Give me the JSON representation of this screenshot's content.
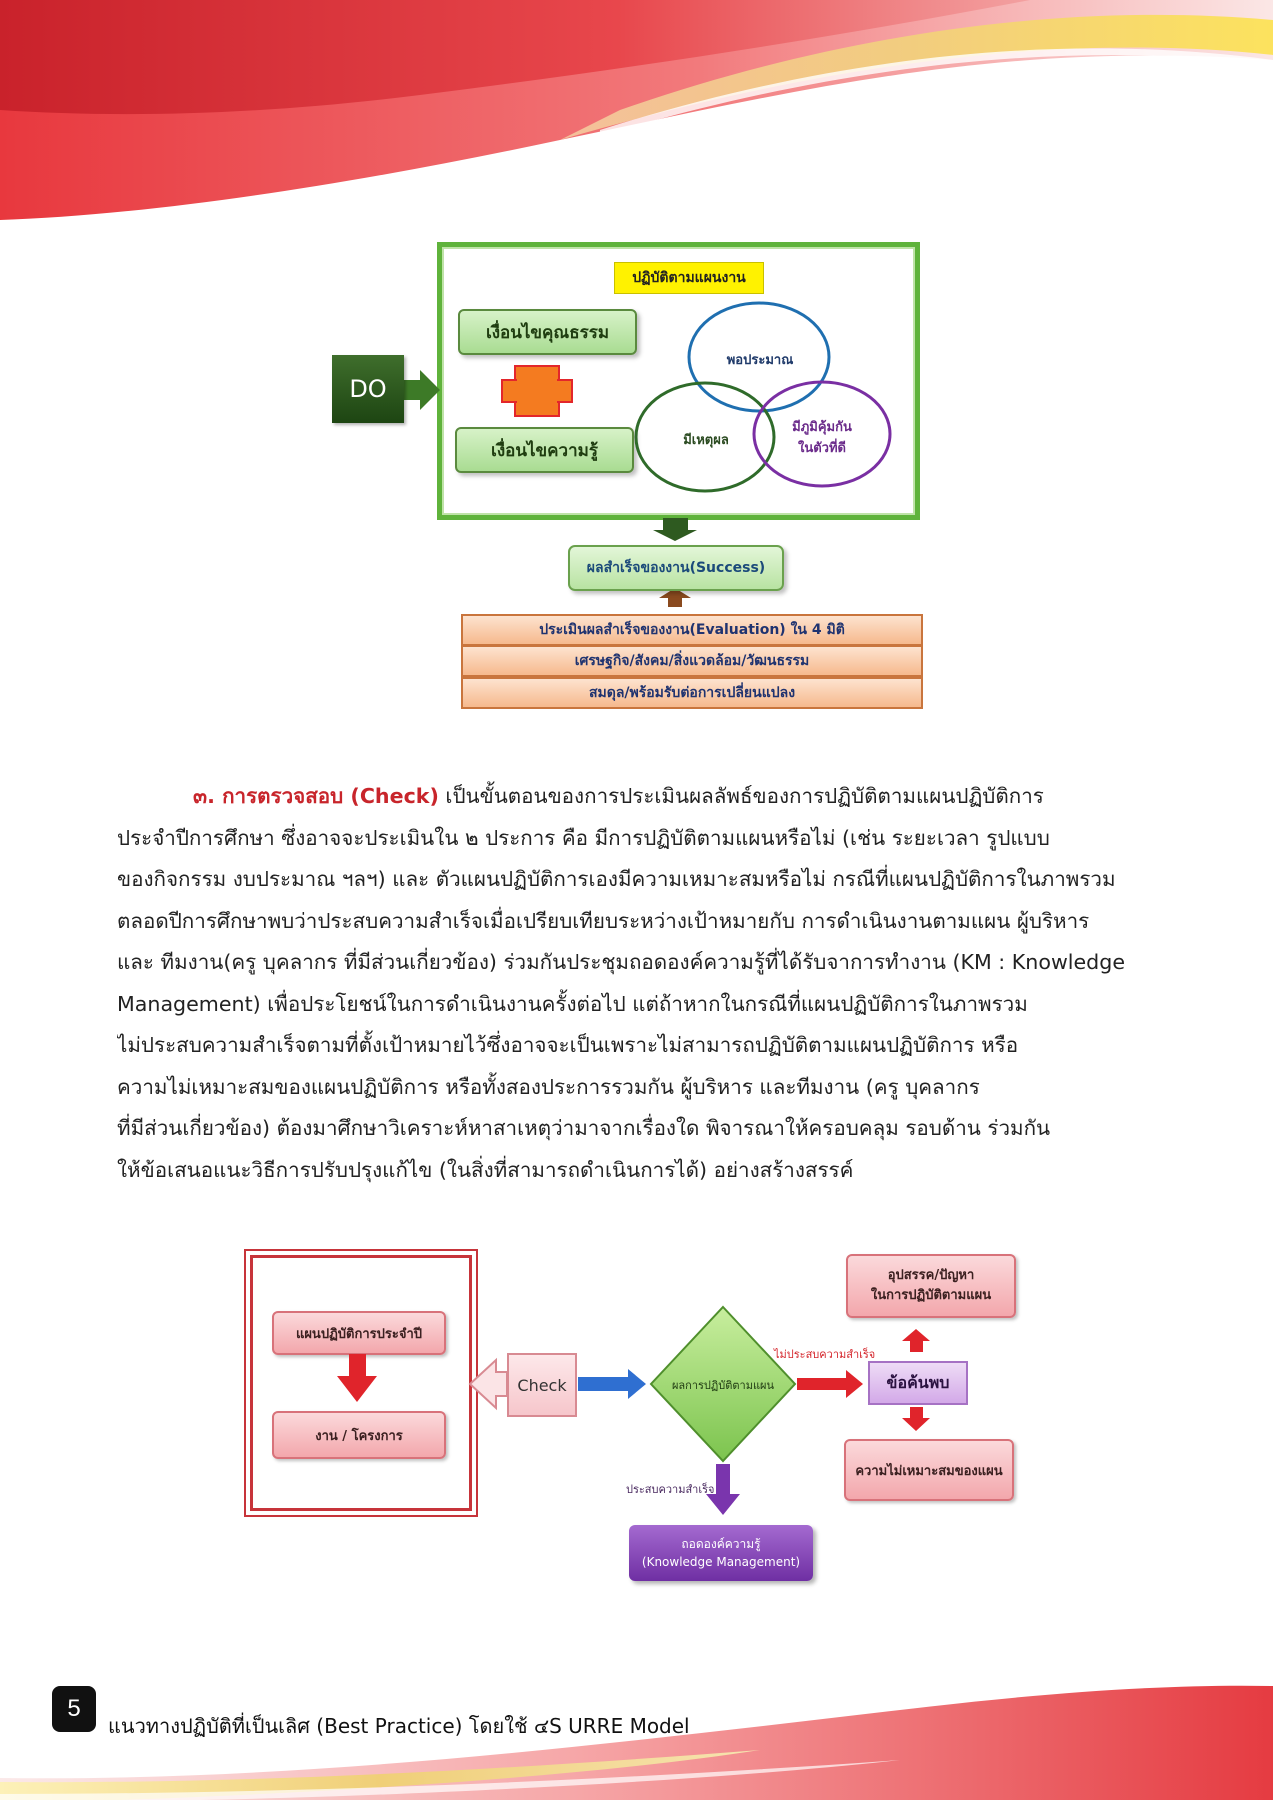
{
  "diagram_do": {
    "top_label": "ปฏิบัติตามแผนงาน",
    "do_label": "DO",
    "condition_1": "เงื่อนไขคุณธรรม",
    "condition_2": "เงื่อนไขความรู้",
    "circle_1": "พอประมาณ",
    "circle_2": "มีเหตุผล",
    "circle_3_line1": "มีภูมิคุ้มกัน",
    "circle_3_line2": "ในตัวที่ดี",
    "success": "ผลสำเร็จของงาน(Success)",
    "eval_rows": [
      "ประเมินผลสำเร็จของงาน(Evaluation) ใน 4 มิติ",
      "เศรษฐกิจ/สังคม/สิ่งแวดล้อม/วัฒนธรรม",
      "สมดุล/พร้อมรับต่อการเปลี่ยนแปลง"
    ],
    "colors": {
      "green": "#5fb33b",
      "orange_cross": "#f47b20",
      "circle_blue": "#1f6fb0",
      "circle_green": "#2f6b2a",
      "circle_purple": "#7a2fa3"
    }
  },
  "paragraph": {
    "heading": "๓. การตรวจสอบ (Check)",
    "line_1": " เป็นขั้นตอนของการประเมินผลลัพธ์ของการปฏิบัติตามแผนปฏิบัติการ",
    "lines": [
      "ประจำปีการศึกษา ซึ่งอาจจะประเมินใน ๒ ประการ คือ มีการปฏิบัติตามแผนหรือไม่ (เช่น ระยะเวลา รูปแบบ",
      "ของกิจกรรม งบประมาณ ฯลฯ) และ ตัวแผนปฏิบัติการเองมีความเหมาะสมหรือไม่ กรณีที่แผนปฏิบัติการในภาพรวม",
      "ตลอดปีการศึกษาพบว่าประสบความสำเร็จเมื่อเปรียบเทียบระหว่างเป้าหมายกับ การดำเนินงานตามแผน ผู้บริหาร",
      "และ ทีมงาน(ครู บุคลากร ที่มีส่วนเกี่ยวข้อง) ร่วมกันประชุมถอดองค์ความรู้ที่ได้รับจาการทำงาน (KM : Knowledge",
      "Management) เพื่อประโยชน์ในการดำเนินงานครั้งต่อไป แต่ถ้าหากในกรณีที่แผนปฏิบัติการในภาพรวม",
      "ไม่ประสบความสำเร็จตามที่ตั้งเป้าหมายไว้ซึ่งอาจจะเป็นเพราะไม่สามารถปฏิบัติตามแผนปฏิบัติการ หรือ",
      "ความไม่เหมาะสมของแผนปฏิบัติการ หรือทั้งสองประการรวมกัน ผู้บริหาร และทีมงาน (ครู บุคลากร",
      "ที่มีส่วนเกี่ยวข้อง) ต้องมาศึกษาวิเคราะห์หาสาเหตุว่ามาจากเรื่องใด พิจารณาให้ครอบคลุม รอบด้าน ร่วมกัน",
      "ให้ข้อเสนอแนะวิธีการปรับปรุงแก้ไข (ในสิ่งที่สามารถดำเนินการได้) อย่างสร้างสรรค์"
    ]
  },
  "diagram_check": {
    "plan_box": "แผนปฏิบัติการประจำปี",
    "project_box": "งาน / โครงการ",
    "check": "Check",
    "diamond": "ผลการปฏิบัติตามแผน",
    "fail_label": "ไม่ประสบความสำเร็จ",
    "success_label": "ประสบความสำเร็จ",
    "findings": "ข้อค้นพบ",
    "obstacle_line1": "อุปสรรค/ปัญหา",
    "obstacle_line2": "ในการปฏิบัติตามแผน",
    "unsuitable": "ความไม่เหมาะสมของแผน",
    "km_line1": "ถอดองค์ความรู้",
    "km_line2": "(Knowledge Management)",
    "colors": {
      "red_frame": "#c7343a",
      "diamond": "#9bd66a",
      "blue_arrow": "#2f6fd1",
      "purple": "#7a35ad"
    }
  },
  "footer": {
    "page_number": "5",
    "title": "แนวทางปฏิบัติที่เป็นเลิศ (Best Practice) โดยใช้ ๔S URRE Model"
  }
}
